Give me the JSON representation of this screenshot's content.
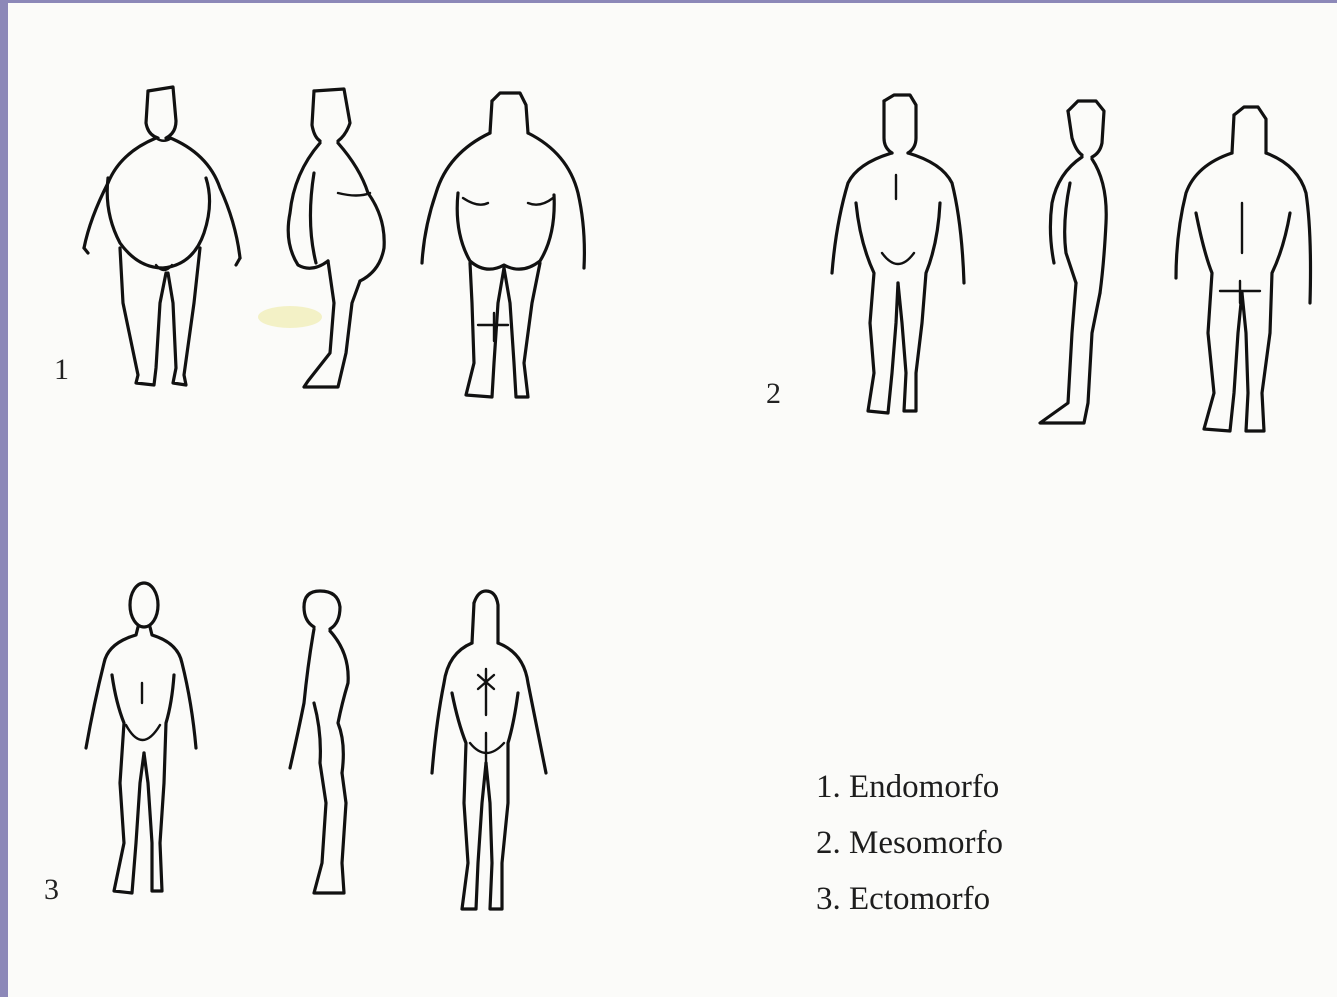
{
  "colors": {
    "frame": "#8c88b8",
    "paper": "#fbfbf9",
    "ink": "#111111"
  },
  "groups": [
    {
      "number": "1"
    },
    {
      "number": "2"
    },
    {
      "number": "3"
    }
  ],
  "legend": [
    "1. Endomorfo",
    "2. Mesomorfo",
    "3. Ectomorfo"
  ]
}
